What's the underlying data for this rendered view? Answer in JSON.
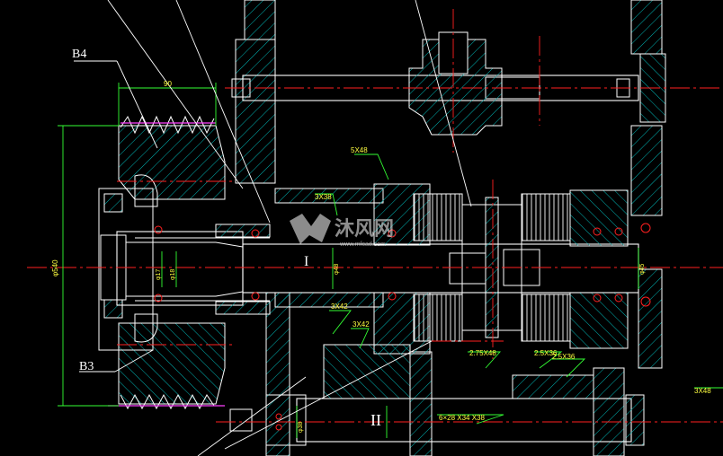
{
  "labels": {
    "b4": "B4",
    "b3": "B3",
    "shaft_1": "I",
    "shaft_2": "II",
    "dim_left": "φ540",
    "dim_top": "90",
    "d_5x48_top": "5X48",
    "d_3x38": "3X38",
    "d_3x42_a": "3X42",
    "d_3x42_b": "3X42",
    "d_2_75x48": "2.75X48",
    "d_2_5x36": "2.5X36",
    "d_2_5x36_b": "2.5X36",
    "d_3x48_right": "3X48",
    "d_6x28": "6×28 X34 X38",
    "phi_a": "φ17",
    "phi_b": "φ18",
    "phi_c": "φ48",
    "phi_d": "φ45",
    "phi_e": "φ38"
  },
  "watermark": {
    "text": "沐风网",
    "url": "www.mfcad.com"
  },
  "colors": {
    "background": "#000000",
    "outline": "#ffffff",
    "hatch": "#00c8c8",
    "center": "#ff2020",
    "dimension": "#33ff33",
    "magenta": "#ff40ff",
    "yellow": "#ffff40",
    "leader": "#ffffff",
    "watermark": "#ffffff"
  }
}
